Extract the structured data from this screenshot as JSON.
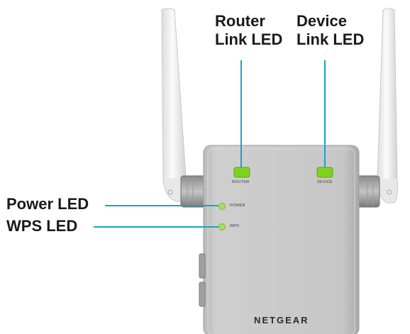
{
  "callouts": {
    "router_link": {
      "line1": "Router",
      "line2": "Link LED"
    },
    "device_link": {
      "line1": "Device",
      "line2": "Link LED"
    },
    "power": "Power LED",
    "wps": "WPS LED"
  },
  "device_panel": {
    "led_labels": {
      "router": "ROUTER",
      "device": "DEVICE",
      "power": "POWER",
      "wps": "WPS"
    },
    "brand": "NETGEAR"
  },
  "colors": {
    "leader_line": "#1aa3c4",
    "led_green": "#7ed321",
    "body_gray": "#c8c8c8",
    "antenna_white": "#f2f2f2"
  },
  "icons": [
    "left-antenna",
    "right-antenna",
    "extender-body"
  ]
}
